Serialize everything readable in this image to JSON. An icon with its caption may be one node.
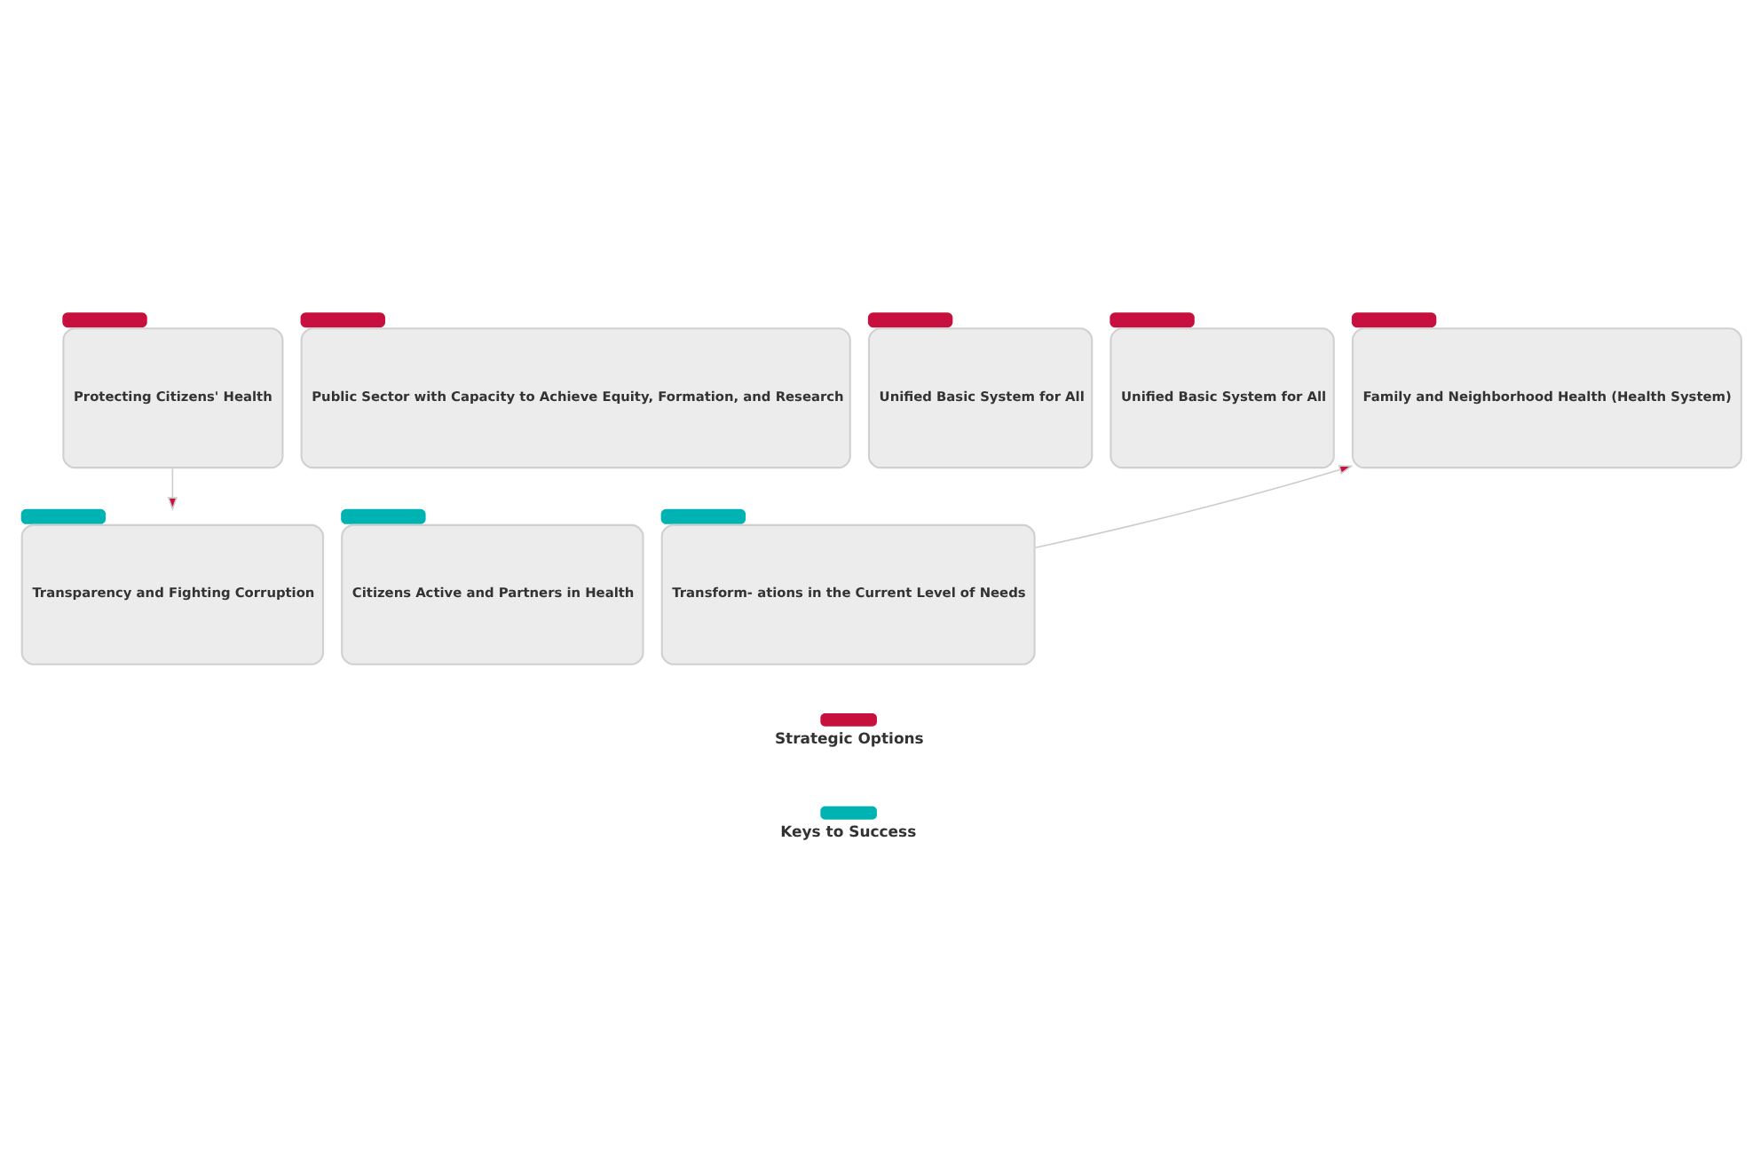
{
  "diagram": {
    "nodes": [
      {
        "text": [
          "Protecting Citizens' Health"
        ]
      },
      {
        "text": [
          "Public Sector with Capacity to Achieve Equity, Formation, and Research"
        ]
      },
      {
        "text": [
          "Unified Basic System for All"
        ]
      },
      {
        "text": [
          "Unified Basic System for All"
        ]
      },
      {
        "text": [
          "Family and Neighborhood Health (Health System)"
        ]
      },
      {
        "text": [
          "Transparency and Fighting Corruption"
        ]
      },
      {
        "text": [
          "Citizens Active and Partners in Health"
        ]
      },
      {
        "text": [
          "Transform- ations in the Current Level of Needs"
        ]
      }
    ],
    "edges": [
      {
        "from": 0,
        "to": 5,
        "arrow": "to"
      },
      {
        "from": 7,
        "to": 4,
        "arrow": "to"
      }
    ],
    "legend": [
      {
        "text": "Strategic Options",
        "color": "#c8103f"
      },
      {
        "text": "Keys to Success",
        "color": "#00b3b3"
      }
    ]
  }
}
